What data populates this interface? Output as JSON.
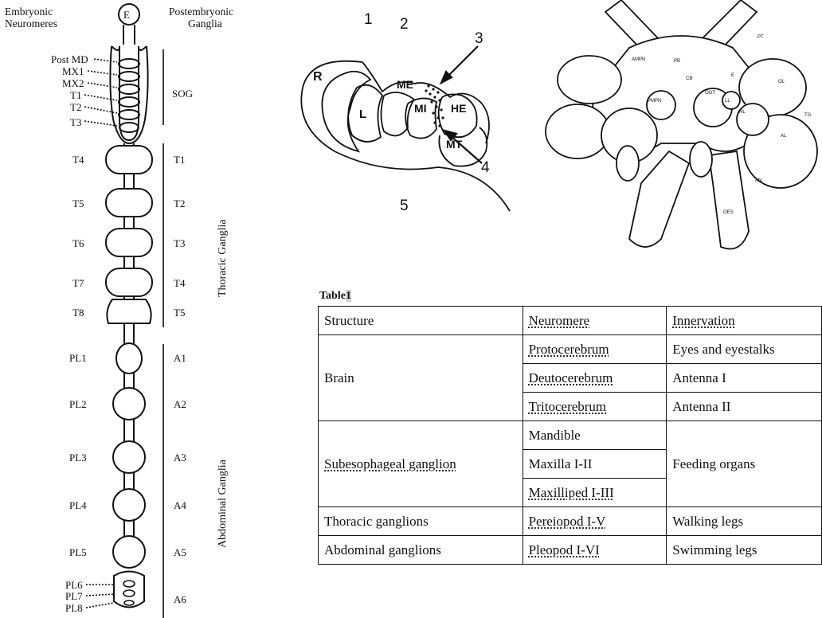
{
  "left_panel": {
    "title_left": [
      "Embryonic",
      "Neuromeres"
    ],
    "title_right": [
      "Postembryonic",
      "Ganglia"
    ],
    "head_label": "E",
    "embryonic_labels": [
      "Post MD",
      "MX1",
      "MX2",
      "T1",
      "T2",
      "T3",
      "T4",
      "T5",
      "T6",
      "T7",
      "T8",
      "PL1",
      "PL2",
      "PL3",
      "PL4",
      "PL5",
      "PL6",
      "PL7",
      "PL8"
    ],
    "ganglia_labels": [
      "SOG",
      "T1",
      "T2",
      "T3",
      "T4",
      "T5",
      "A1",
      "A2",
      "A3",
      "A4",
      "A5",
      "A6"
    ],
    "thoracic_label": "Thoracic Ganglia",
    "abdominal_label": "Abdominal Ganglia"
  },
  "middle_panel": {
    "numbers": [
      "1",
      "2",
      "3",
      "4",
      "5"
    ],
    "region_labels": [
      "R",
      "L",
      "ME",
      "MI",
      "HE",
      "MT"
    ]
  },
  "right_panel": {
    "labels": [
      "PT",
      "AMPN",
      "PB",
      "CB",
      "LL",
      "OL",
      "PMPN",
      "OGT",
      "HL",
      "AL",
      "AN",
      "OES",
      "TG",
      "E"
    ]
  },
  "table": {
    "caption_word": "Table",
    "caption_number": "1",
    "headers": [
      "Structure",
      "Neuromere",
      "Innervation"
    ],
    "rows": [
      {
        "structure": "Brain",
        "neuromeres": [
          "Protocerebrum",
          "Deutocerebrum",
          "Tritocerebrum"
        ],
        "innervation": [
          "Eyes and eyestalks",
          "Antenna I",
          "Antenna II"
        ]
      },
      {
        "structure": "Subesophageal ganglion",
        "neuromeres": [
          "Mandible",
          "Maxilla I-II",
          "Maxilliped I-III"
        ],
        "innervation": "Feeding organs"
      },
      {
        "structure": "Thoracic ganglions",
        "neuromeres": [
          "Pereiopod I-V"
        ],
        "innervation": "Walking legs"
      },
      {
        "structure": "Abdominal ganglions",
        "neuromeres": [
          "Pleopod I-VI"
        ],
        "innervation": "Swimming legs"
      }
    ]
  }
}
